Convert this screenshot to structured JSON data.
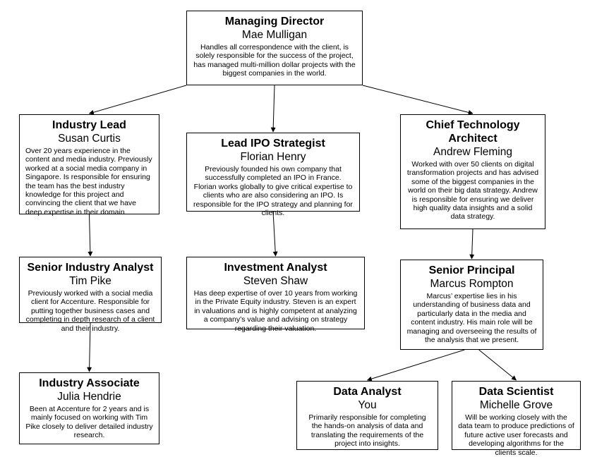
{
  "org_chart": {
    "nodes": [
      {
        "id": "md",
        "role": "Managing Director",
        "name": "Mae Mulligan",
        "desc": "Handles all correspondence with the client, is solely responsible for the success of the project, has managed multi-million dollar projects with the biggest companies in the world."
      },
      {
        "id": "il",
        "role": "Industry Lead",
        "name": "Susan Curtis",
        "desc": "Over 20 years experience in the content and media industry. Previously worked at a social media company in Singapore. Is responsible for ensuring the team has the best industry knowledge for this project and convincing the client that we have deep expertise in their domain."
      },
      {
        "id": "ipo",
        "role": "Lead IPO Strategist",
        "name": "Florian Henry",
        "desc": "Previously founded his own company that successfully completed an IPO in France. Florian works globally to give critical expertise to clients who are also considering an IPO. Is responsible for the IPO strategy and planning for clients."
      },
      {
        "id": "cto",
        "role": "Chief Technology Architect",
        "name": "Andrew Fleming",
        "desc": "Worked with over 50 clients on digital transformation projects and has advised some of the biggest companies in the world on their big data strategy. Andrew is responsible for ensuring we deliver high quality data insights and a solid data strategy."
      },
      {
        "id": "sia",
        "role": "Senior Industry Analyst",
        "name": "Tim Pike",
        "desc": "Previously worked with a social media client for Accenture. Responsible for putting together business cases and completing in depth research of a client and their industry."
      },
      {
        "id": "ia",
        "role": "Investment Analyst",
        "name": "Steven Shaw",
        "desc": "Has deep expertise of over 10 years from working in the Private Equity industry. Steven is an expert in valuations and is highly competent at analyzing a company’s value and advising on strategy regarding their valuation."
      },
      {
        "id": "sp",
        "role": "Senior Principal",
        "name": "Marcus Rompton",
        "desc": "Marcus’ expertise lies in his understanding of business data and particularly data in the media and content industry. His main role will be managing and overseeing the results of the analysis that we present."
      },
      {
        "id": "ias",
        "role": "Industry Associate",
        "name": "Julia Hendrie",
        "desc": "Been at Accenture for 2 years and is mainly focused on working with Tim Pike closely to deliver detailed industry research."
      },
      {
        "id": "da",
        "role": "Data Analyst",
        "name": "You",
        "desc": "Primarily responsible for completing the hands-on analysis of data and translating the requirements of the project into insights."
      },
      {
        "id": "ds",
        "role": "Data Scientist",
        "name": "Michelle Grove",
        "desc": "Will be working closely with the data team to produce predictions of future active user forecasts and developing algorithms for the clients scale."
      }
    ],
    "edges": [
      {
        "from": "md",
        "to": "il"
      },
      {
        "from": "md",
        "to": "ipo"
      },
      {
        "from": "md",
        "to": "cto"
      },
      {
        "from": "il",
        "to": "sia"
      },
      {
        "from": "ipo",
        "to": "ia"
      },
      {
        "from": "cto",
        "to": "sp"
      },
      {
        "from": "sia",
        "to": "ias"
      },
      {
        "from": "sp",
        "to": "da"
      },
      {
        "from": "sp",
        "to": "ds"
      }
    ]
  }
}
